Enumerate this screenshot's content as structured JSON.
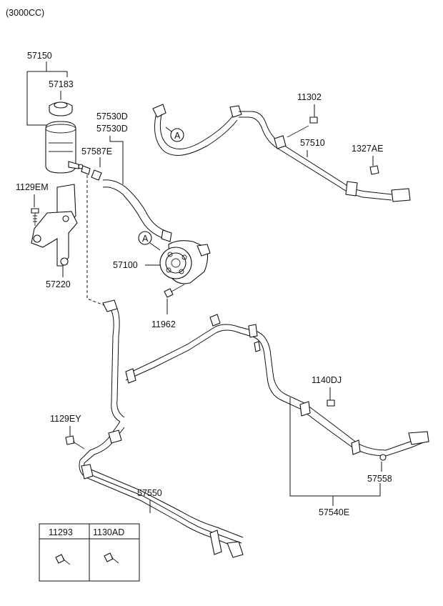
{
  "header": {
    "engine_label": "(3000CC)"
  },
  "callouts": {
    "c57150": "57150",
    "c57183": "57183",
    "c57530d_a": "57530D",
    "c57530d_b": "57530D",
    "c57587e": "57587E",
    "c1129em": "1129EM",
    "c57220": "57220",
    "c57100": "57100",
    "c11962": "11962",
    "c11302": "11302",
    "c57510": "57510",
    "c1327ae": "1327AE",
    "c1140dj": "1140DJ",
    "c1129ey": "1129EY",
    "c57550": "57550",
    "c57558": "57558",
    "c57540e": "57540E",
    "ref_a1": "A",
    "ref_a2": "A"
  },
  "legend": {
    "col1": "11293",
    "col2": "1130AD"
  }
}
